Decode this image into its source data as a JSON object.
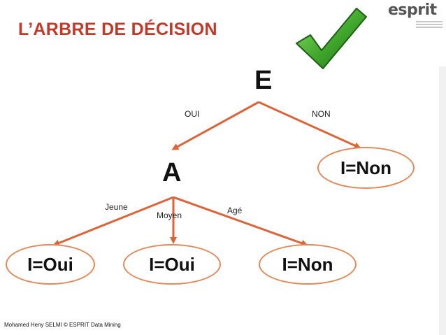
{
  "slide": {
    "title": "L’ARBRE DE DÉCISION",
    "logo_text": "esprit",
    "footer": "Mohamed Heny SELMI © ESPRIT Data Mining"
  },
  "tree": {
    "root_label": "E",
    "root_edges": [
      "OUI",
      "NON"
    ],
    "internal_node_label": "A",
    "internal_edges": [
      "Jeune",
      "Moyen",
      "Agé"
    ],
    "leaves": {
      "root_non": "I=Non",
      "jeune": "I=Oui",
      "moyen": "I=Oui",
      "age": "I=Non"
    }
  },
  "colors": {
    "title": "#c0392b",
    "edge": "#d9653a",
    "leaf_border": "#e0895a",
    "check": "#3fa52b"
  },
  "icons": [
    "green-checkmark-icon",
    "esprit-logo"
  ]
}
